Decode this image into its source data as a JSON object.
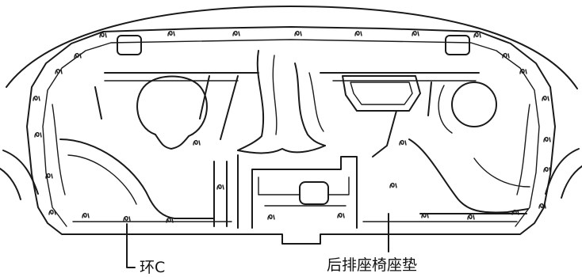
{
  "figure": {
    "callouts": [
      {
        "id": "ring-c",
        "label": "环C"
      },
      {
        "id": "rear-seat-cushion",
        "label": "后排座椅座垫"
      }
    ],
    "clip_marks": [
      "clip-top-1",
      "clip-top-2",
      "clip-top-3",
      "clip-top-4",
      "clip-top-5",
      "clip-top-6",
      "clip-top-7",
      "clip-left-1",
      "clip-left-2",
      "clip-left-3",
      "clip-left-4",
      "clip-left-5",
      "clip-left-6",
      "clip-right-1",
      "clip-right-2",
      "clip-right-3",
      "clip-right-4",
      "clip-right-5",
      "clip-right-6",
      "clip-bottom-1",
      "clip-bottom-2",
      "clip-bottom-3",
      "clip-bottom-4",
      "clip-bottom-5",
      "clip-bottom-6",
      "clip-bottom-7",
      "clip-bottom-8",
      "clip-center-1",
      "clip-center-2",
      "clip-center-3",
      "clip-center-4"
    ]
  }
}
